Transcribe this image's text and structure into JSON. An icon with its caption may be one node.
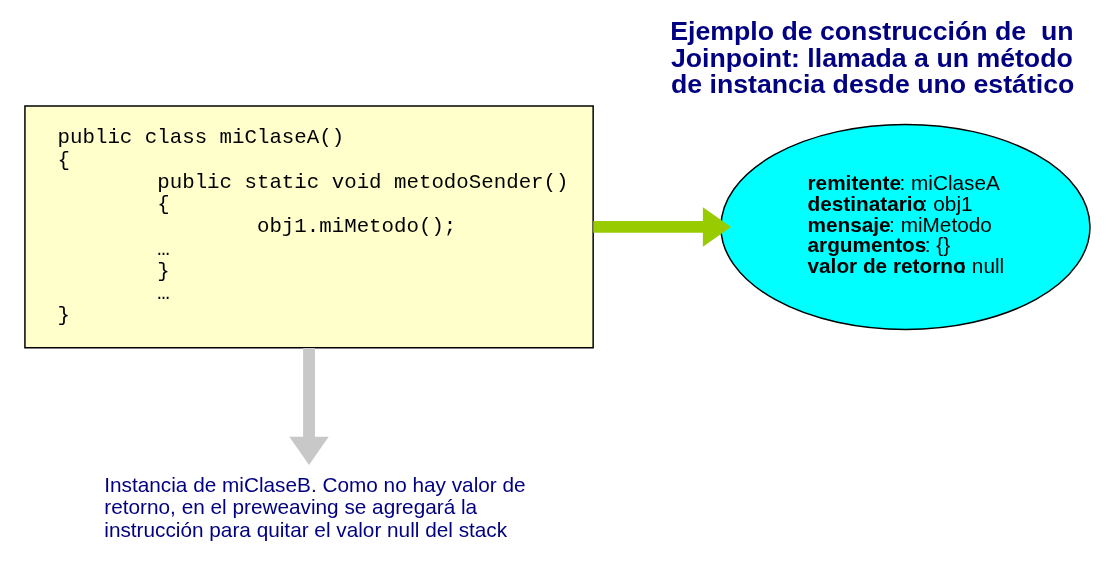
{
  "diagram": {
    "title": "Ejemplo de construcción de  un Joinpoint: llamada a un método de instancia desde uno estático",
    "nodes": [
      {
        "text": [
          "public class miClaseA()",
          "{",
          "        public static void metodoSender()",
          "        {",
          "                obj1.miMetodo();",
          "        …",
          "        }",
          "        …",
          "}"
        ]
      },
      {
        "text": [
          "**remitente**: miClaseA",
          "**destinatario**: obj1",
          "**mensaje**: miMetodo",
          "**argumentos**: {}",
          "**valor de retorno**: null"
        ]
      },
      {
        "text": [
          "Instancia de miClaseB. Como no hay valor de retorno, en el preweaving se agregará la instrucción para quitar el valor null del stack"
        ]
      }
    ],
    "edges": [
      {
        "from": 0,
        "to": 1,
        "arrow": "to",
        "color": "#99cc00"
      },
      {
        "from": 0,
        "to": 2,
        "arrow": "to",
        "color": "#c8c8c8"
      }
    ]
  }
}
